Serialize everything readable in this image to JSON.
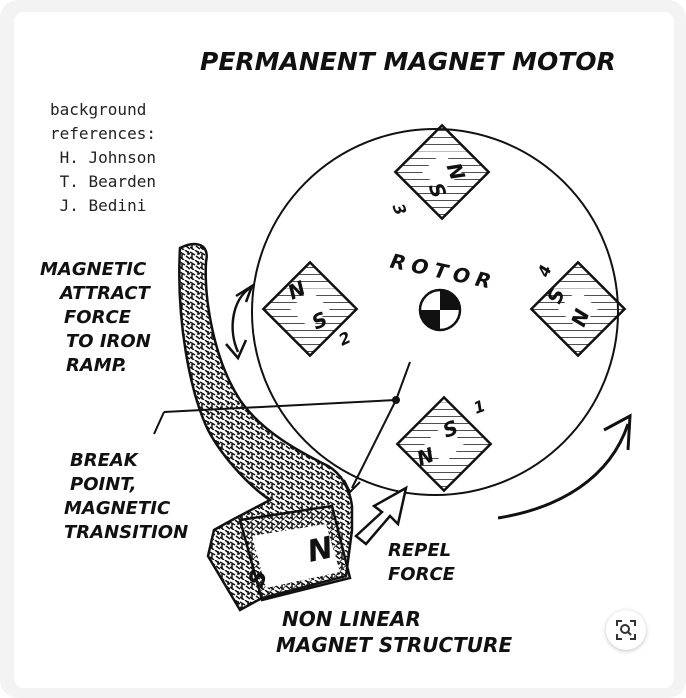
{
  "title": "PERMANENT MAGNET MOTOR",
  "references": {
    "line1": "background",
    "line2": "references:",
    "people": [
      " H. Johnson",
      " T. Bearden",
      " J. Bedini"
    ]
  },
  "labels": {
    "rotor": "ROTOR",
    "attract": [
      "MAGNETIC",
      "ATTRACT",
      "FORCE",
      "TO IRON",
      "RAMP."
    ],
    "break": [
      "BREAK",
      "POINT,",
      "MAGNETIC",
      "TRANSITION"
    ],
    "repel": [
      "REPEL",
      "FORCE"
    ],
    "structure": [
      "NON LINEAR",
      "MAGNET STRUCTURE"
    ]
  },
  "magnets": [
    {
      "number": "3",
      "n": "N",
      "s": "S"
    },
    {
      "number": "2",
      "n": "N",
      "s": "S"
    },
    {
      "number": "4",
      "n": "N",
      "s": "S"
    },
    {
      "number": "1",
      "n": "N",
      "s": "S"
    }
  ],
  "stator_magnet": {
    "s": "S",
    "n": "N"
  },
  "icons": {
    "lens": "visual-search-icon"
  }
}
